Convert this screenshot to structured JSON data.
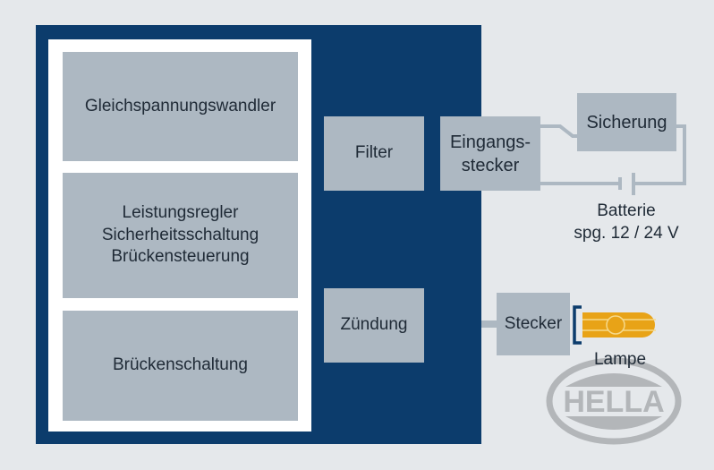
{
  "blocks": {
    "converter": "Gleichspannungswandler",
    "controller": "Leistungsregler\nSicherheitsschaltung\nBrückensteuerung",
    "bridge": "Brückenschaltung",
    "filter": "Filter",
    "ignition": "Zündung",
    "input_connector": "Eingangs-\nstecker",
    "fuse": "Sicherung",
    "connector": "Stecker"
  },
  "labels": {
    "battery": "Batterie",
    "battery_voltage": "spg. 12 / 24 V",
    "lamp": "Lampe"
  },
  "logo": {
    "text": "HELLA"
  },
  "colors": {
    "navy": "#0c3c6c",
    "block": "#adb8c2",
    "lamp": "#e8a317",
    "logo": "#b3b6b9"
  }
}
